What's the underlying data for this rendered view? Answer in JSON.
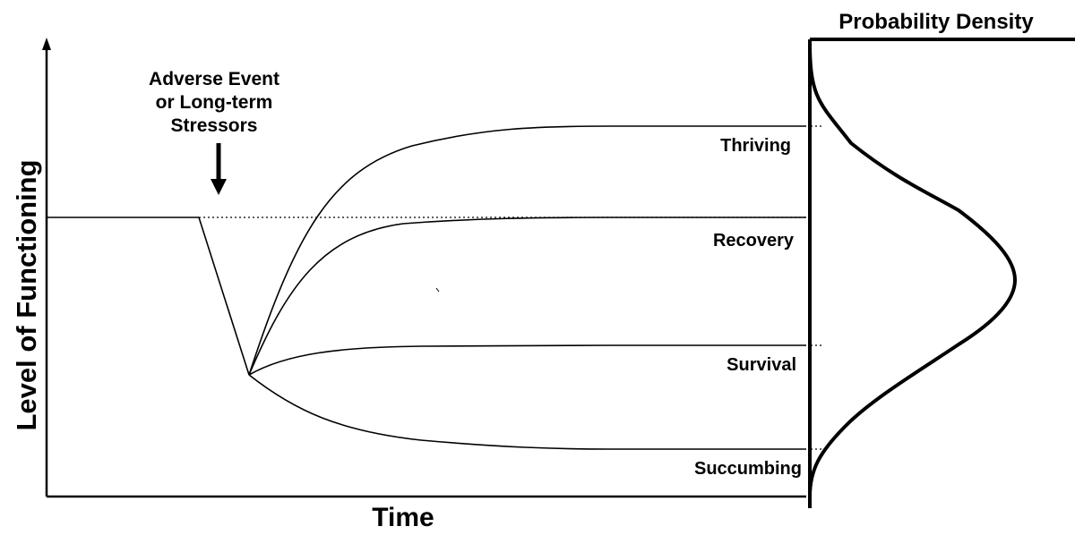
{
  "event_label": [
    "Adverse Event",
    "or Long-term",
    "Stressors"
  ],
  "x_axis_label": "Time",
  "y_axis_label": "Level of Functioning",
  "density_label": "Probability Density",
  "outcomes": [
    {
      "id": "thriving",
      "label": "Thriving"
    },
    {
      "id": "recovery",
      "label": "Recovery"
    },
    {
      "id": "survival",
      "label": "Survival"
    },
    {
      "id": "succumbing",
      "label": "Succumbing"
    }
  ],
  "colors": {
    "ink": "#000000",
    "background": "#ffffff"
  }
}
